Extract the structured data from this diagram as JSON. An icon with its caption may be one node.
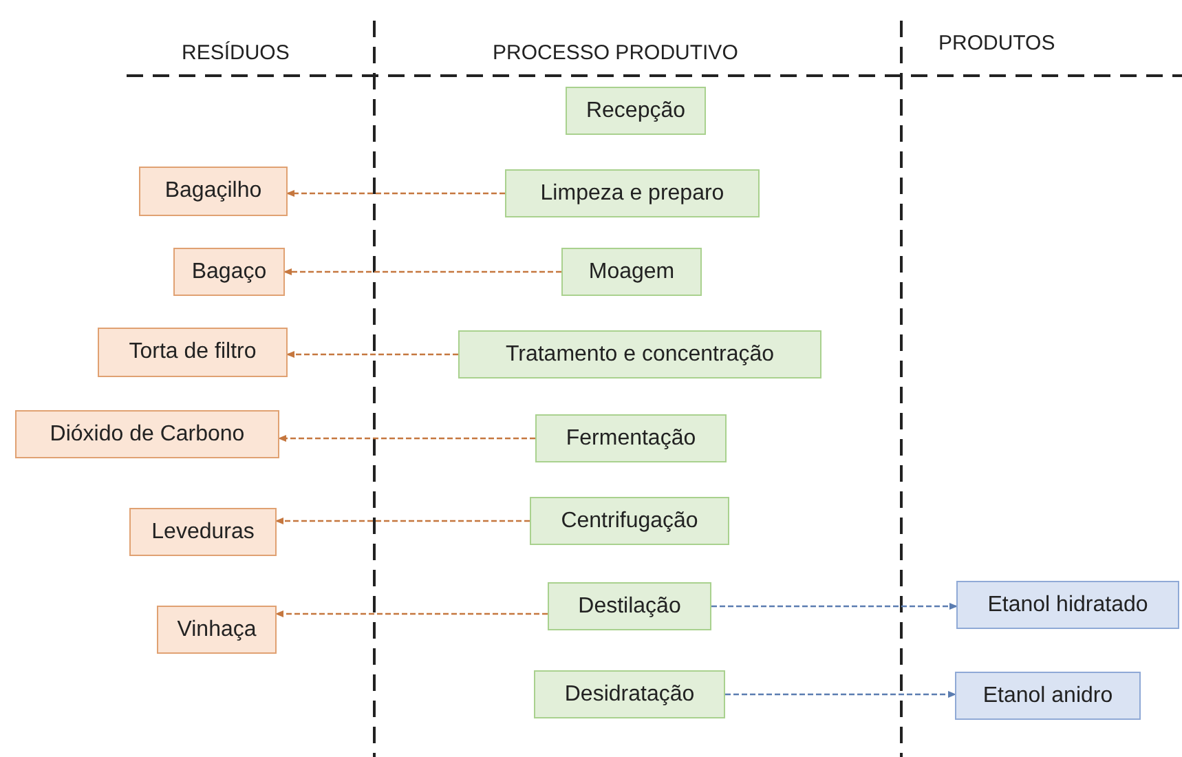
{
  "diagram": {
    "nodes": [
      {
        "text": [
          "Recepção"
        ]
      },
      {
        "text": [
          "Limpeza e preparo"
        ]
      },
      {
        "text": [
          "Moagem"
        ]
      },
      {
        "text": [
          "Tratamento e concentração"
        ]
      },
      {
        "text": [
          "Fermentação"
        ]
      },
      {
        "text": [
          "Centrifugação"
        ]
      },
      {
        "text": [
          "Destilação"
        ]
      },
      {
        "text": [
          "Desidratação"
        ]
      },
      {
        "text": [
          "Bagaçilho"
        ]
      },
      {
        "text": [
          "Bagaço"
        ]
      },
      {
        "text": [
          "Torta de filtro"
        ]
      },
      {
        "text": [
          "Dióxido de Carbono"
        ]
      },
      {
        "text": [
          "Leveduras"
        ]
      },
      {
        "text": [
          "Vinhaça"
        ]
      },
      {
        "text": [
          "Etanol hidratado"
        ]
      },
      {
        "text": [
          "Etanol anidro"
        ]
      }
    ],
    "edges": [
      {
        "from": 1,
        "to": 8,
        "arrow": "to",
        "style": "dashed"
      },
      {
        "from": 2,
        "to": 9,
        "arrow": "to",
        "style": "dashed"
      },
      {
        "from": 3,
        "to": 10,
        "arrow": "to",
        "style": "dashed"
      },
      {
        "from": 4,
        "to": 11,
        "arrow": "to",
        "style": "dashed"
      },
      {
        "from": 5,
        "to": 12,
        "arrow": "to",
        "style": "dashed"
      },
      {
        "from": 6,
        "to": 13,
        "arrow": "to",
        "style": "dashed"
      },
      {
        "from": 6,
        "to": 14,
        "arrow": "to",
        "style": "dashed",
        "color": "#5b7db1"
      },
      {
        "from": 7,
        "to": 15,
        "arrow": "to",
        "style": "dashed",
        "color": "#5b7db1"
      }
    ],
    "labels": [
      "RESÍDUOS",
      "PROCESSO PRODUTIVO",
      "PRODUTOS"
    ]
  }
}
